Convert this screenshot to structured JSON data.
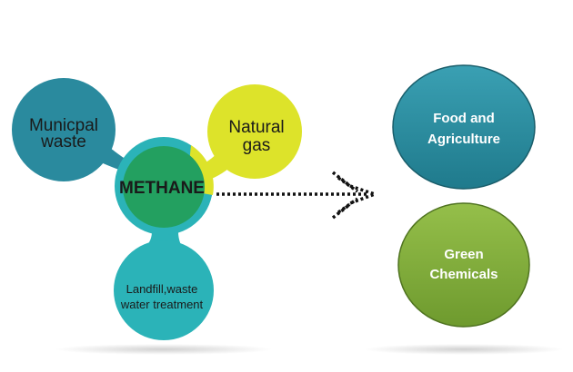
{
  "source_nodes": {
    "municipal": {
      "line1": "Municpal",
      "line2": "waste",
      "color": "#2a8a9e"
    },
    "natural_gas": {
      "line1": "Natural",
      "line2": "gas",
      "color": "#dde32a"
    },
    "landfill": {
      "line1": "Landfill,waste",
      "line2": "water treatment",
      "color": "#2bb3b8"
    }
  },
  "center_node": {
    "label": "METHANE",
    "color": "#23a060"
  },
  "product_nodes": {
    "food": {
      "line1": "Food and",
      "line2": "Agriculture",
      "color": "#2f7f95"
    },
    "chemicals": {
      "line1": "Green",
      "line2": "Chemicals",
      "color": "#7ea93a"
    }
  }
}
